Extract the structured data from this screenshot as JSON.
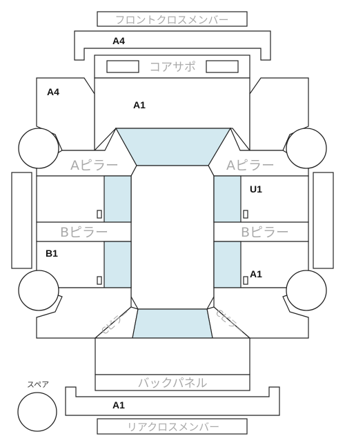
{
  "labels": {
    "front_cross_member": "フロントクロスメンバー",
    "core_support": "コアサポ",
    "a_pillar_left": "Aピラー",
    "a_pillar_right": "Aピラー",
    "b_pillar_left": "Bピラー",
    "b_pillar_right": "Bピラー",
    "c_pillar_left": "Cピラー",
    "c_pillar_right": "Cピラー",
    "back_panel": "バックパネル",
    "rear_cross_member": "リアクロスメンバー",
    "spare": "スペア"
  },
  "codes": {
    "front_cross_member": "A4",
    "front_left_apron": "A4",
    "hood_area": "A1",
    "right_front_door": "U1",
    "left_rear_door": "B1",
    "right_rear_door": "A1",
    "rear_cross_member": "A1"
  },
  "colors": {
    "glass": "#d3e9f0",
    "label_gray": "#a9a9a9",
    "outline": "#222222"
  }
}
